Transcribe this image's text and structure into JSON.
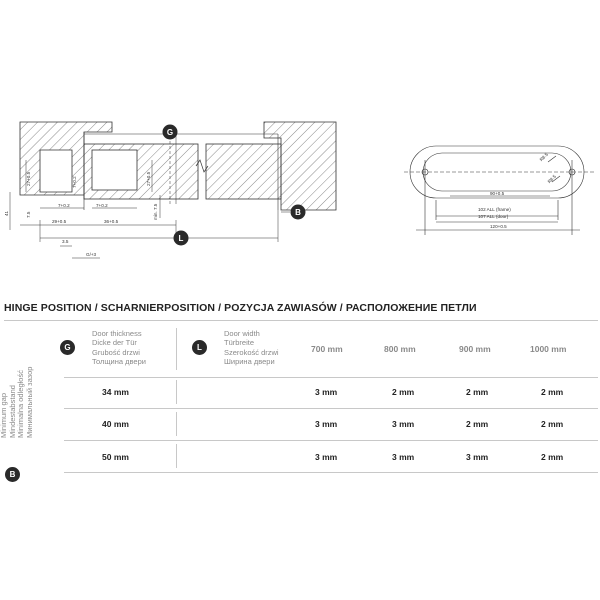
{
  "drawing": {
    "label_g": "G",
    "label_b": "B",
    "label_l": "L",
    "dims": {
      "d27_top": "27+0.5",
      "d27_right": "27+0.5",
      "d7_5_left": "7.5",
      "d7_5_right": "min. 7.5",
      "d7_02_a": "7+0.2",
      "d7_02_b": "7+0.2",
      "d7_02_c": "7+0.2",
      "d29": "29+0.5",
      "d36": "36+0.5",
      "d3_5": "3.5",
      "d_g3": "G/+3",
      "d41": "41",
      "d_r85_a": "R8.5",
      "d_r85_b": "R8.5",
      "d90": "90+0.5",
      "d102": "102 ALL (frame)",
      "d107": "107 ALL (door)",
      "d120": "120+0.5"
    }
  },
  "table": {
    "title": "HINGE POSITION / SCHARNIERPOSITION / POZYCJA ZAWIASÓW / РАСПОЛОЖЕНИЕ ПЕТЛИ",
    "badge_g": "G",
    "badge_l": "L",
    "badge_b": "B",
    "door_thickness": [
      "Door thickness",
      "Dicke der Tür",
      "Grubość drzwi",
      "Толщина двери"
    ],
    "door_width": [
      "Door width",
      "Türbreite",
      "Szerokość drzwi",
      "Ширина двери"
    ],
    "min_gap": [
      "Minimum gap",
      "Mindestabstand",
      "Minimalna odległość",
      "Минимальный зазор"
    ],
    "columns": [
      "700 mm",
      "800 mm",
      "900 mm",
      "1000 mm"
    ],
    "rows": [
      {
        "thickness": "34 mm",
        "values": [
          "3 mm",
          "2 mm",
          "2 mm",
          "2 mm"
        ]
      },
      {
        "thickness": "40 mm",
        "values": [
          "3 mm",
          "3 mm",
          "2 mm",
          "2 mm"
        ]
      },
      {
        "thickness": "50 mm",
        "values": [
          "3 mm",
          "3 mm",
          "3 mm",
          "2 mm"
        ]
      }
    ]
  }
}
